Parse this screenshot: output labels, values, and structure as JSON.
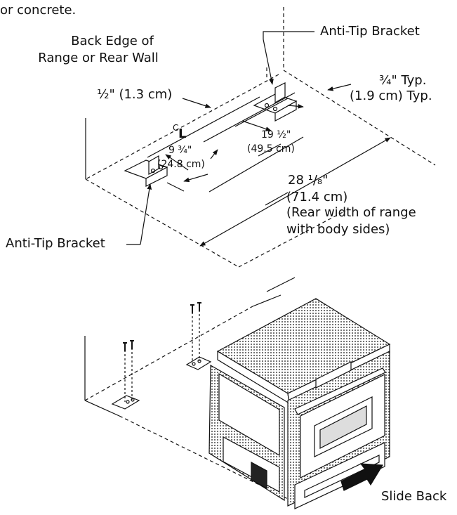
{
  "labels": {
    "top_fragment": "or concrete.",
    "back_edge_1": "Back Edge of",
    "back_edge_2": "Range or Rear Wall",
    "anti_tip_top": "Anti-Tip Bracket",
    "anti_tip_bottom": "Anti-Tip Bracket",
    "half_inch": "½\" (1.3 cm)",
    "three_quarter_1": "¾\" Typ.",
    "three_quarter_2": "(1.9 cm) Typ.",
    "centerline_c": "C",
    "centerline_l": "L",
    "dim_19_1": "19 ½\"",
    "dim_19_2": "(49.5 cm)",
    "dim_9_1": "9 ¾\"",
    "dim_9_2": "(24.8 cm)",
    "dim_28_1": "28 ¹/₈\"",
    "dim_28_2": "(71.4 cm)",
    "dim_28_3": "(Rear width of range",
    "dim_28_4": "with body sides)",
    "slide_back": "Slide Back"
  },
  "colors": {
    "line": "#111111",
    "fill": "#ffffff",
    "shade": "#cccccc"
  }
}
